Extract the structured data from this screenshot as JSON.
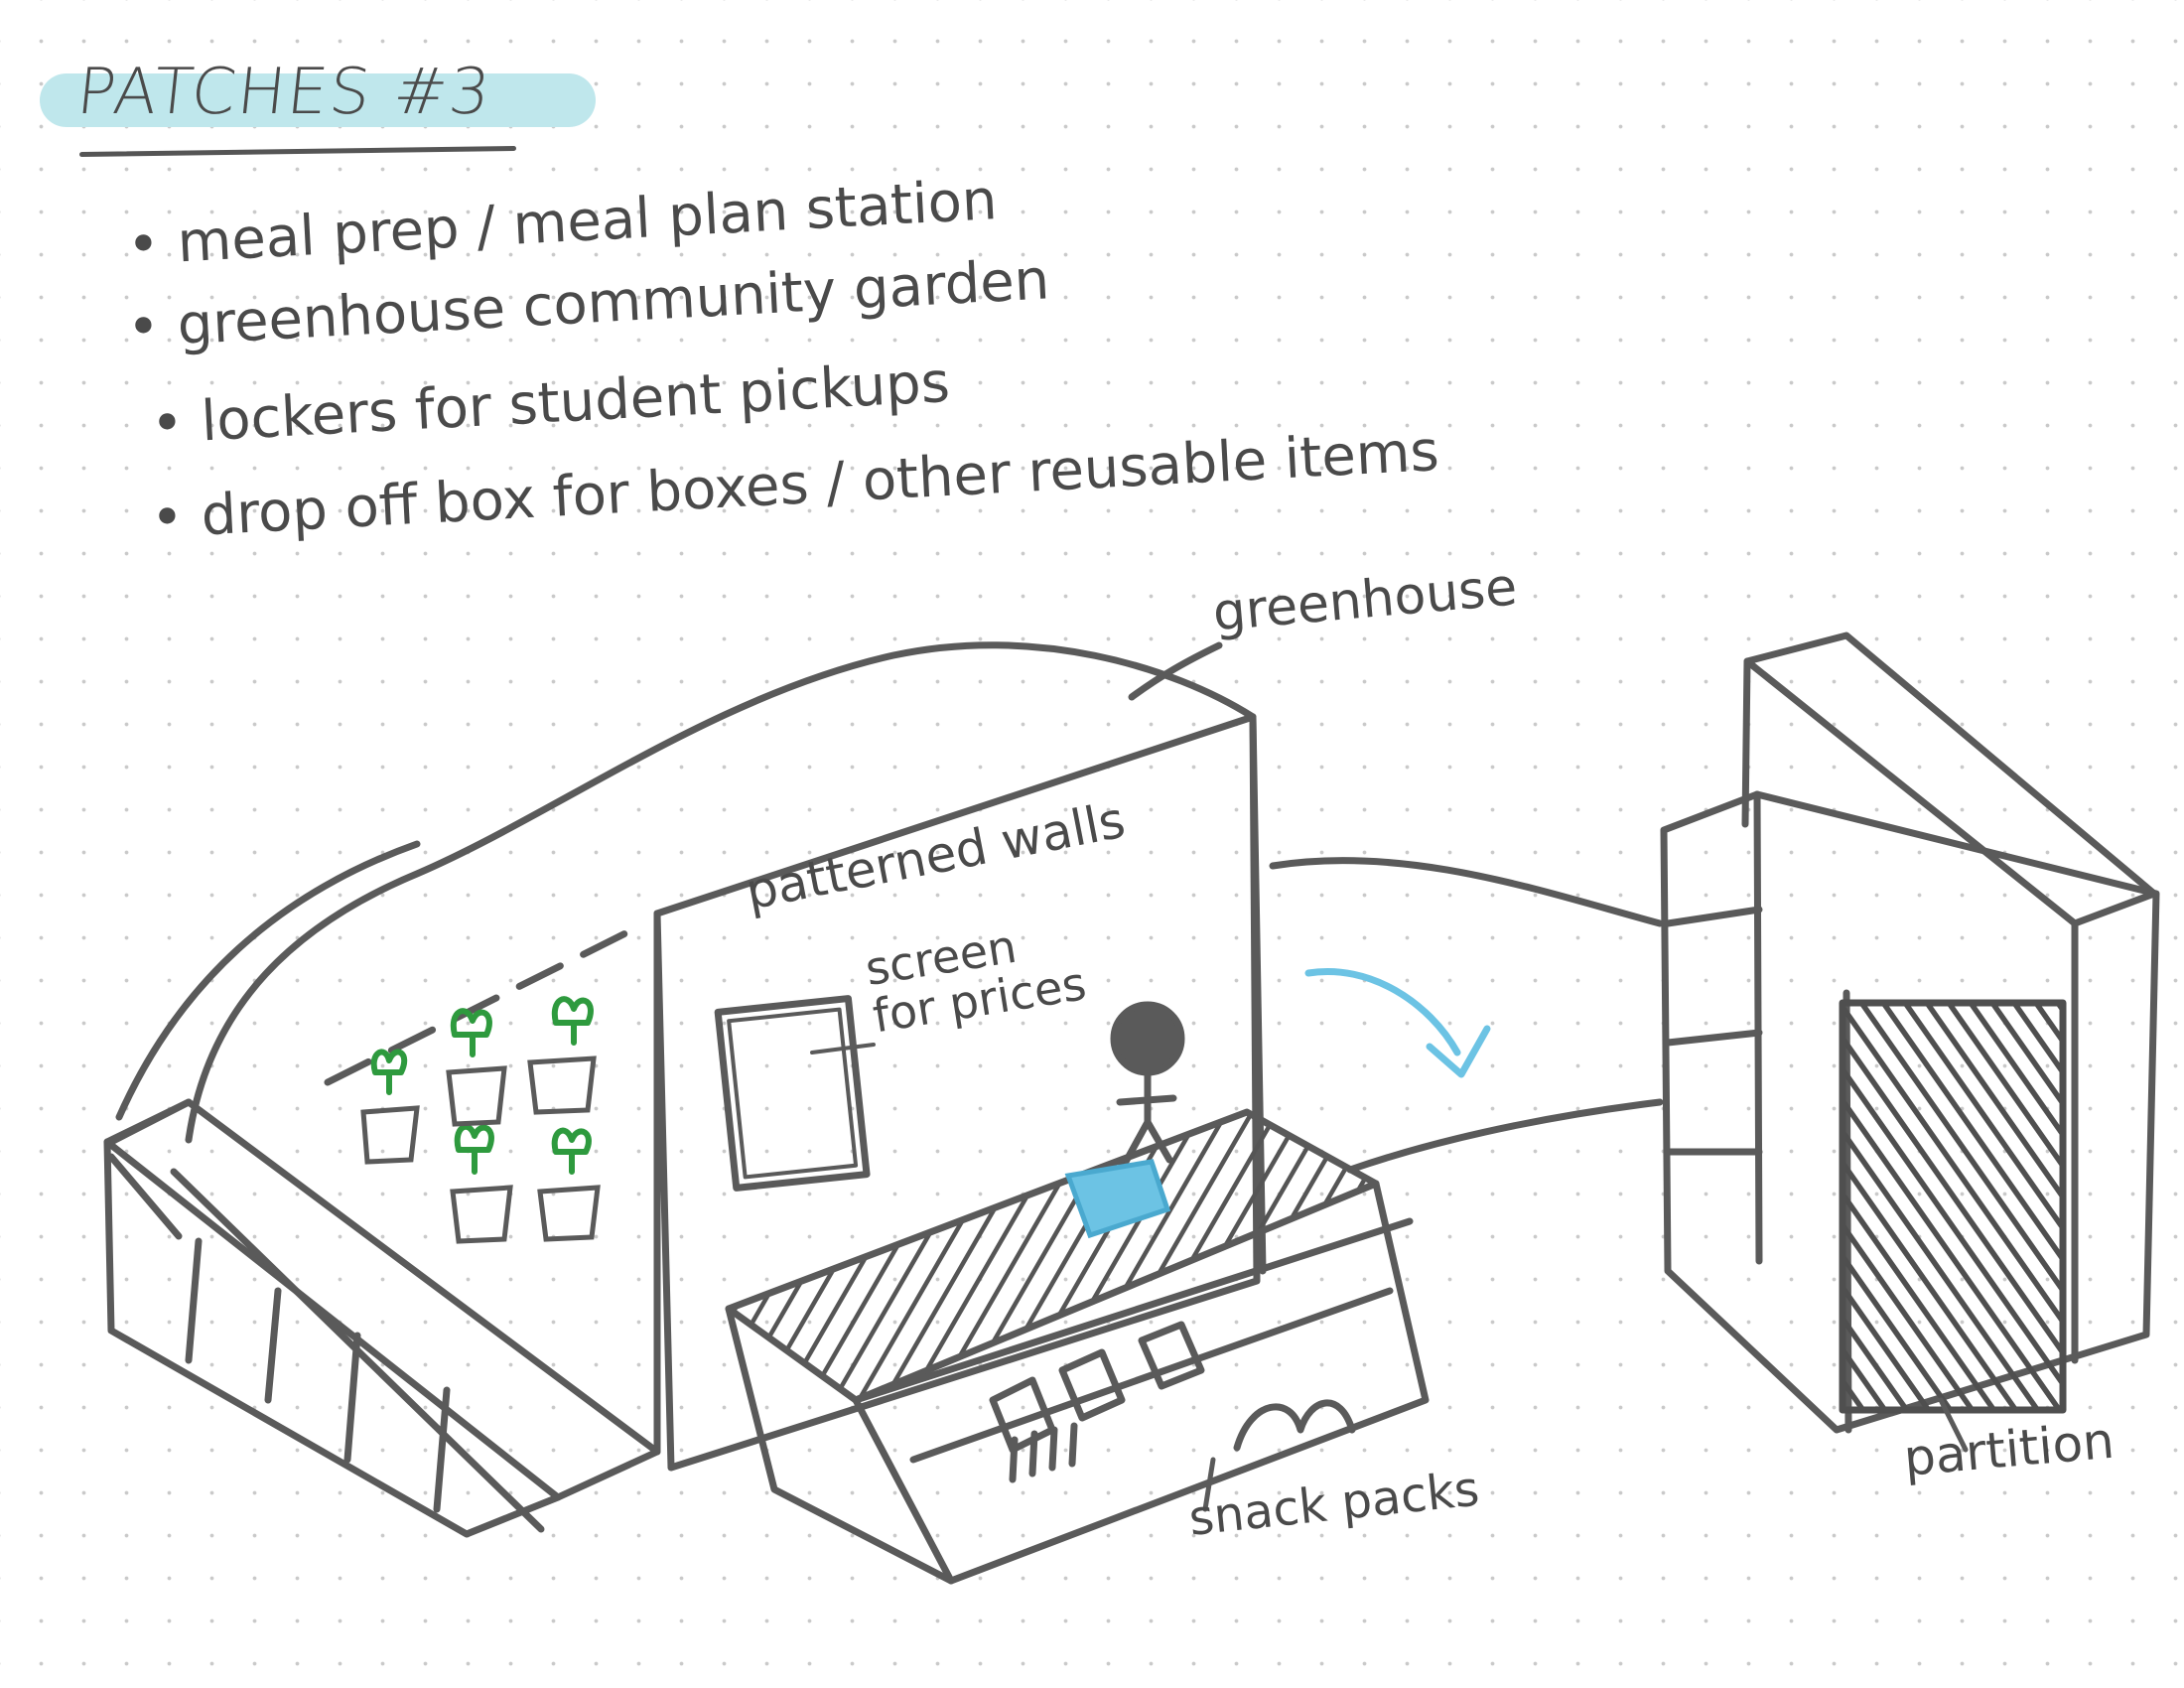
{
  "title": "PATCHES #3",
  "notes": [
    "meal prep / meal plan station",
    "greenhouse community garden",
    "lockers for student pickups",
    "drop off box for boxes / other reusable items"
  ],
  "labels": {
    "greenhouse": "greenhouse",
    "patterned_walls": "patterned walls",
    "screen_for_prices": "screen for prices",
    "snack_packs": "snack packs",
    "partition": "partition"
  },
  "colors": {
    "ink": "#4a4a4a",
    "highlight": "#bfe7ec",
    "plant_green": "#2e9a3e",
    "accent_blue": "#6cc3e4"
  }
}
